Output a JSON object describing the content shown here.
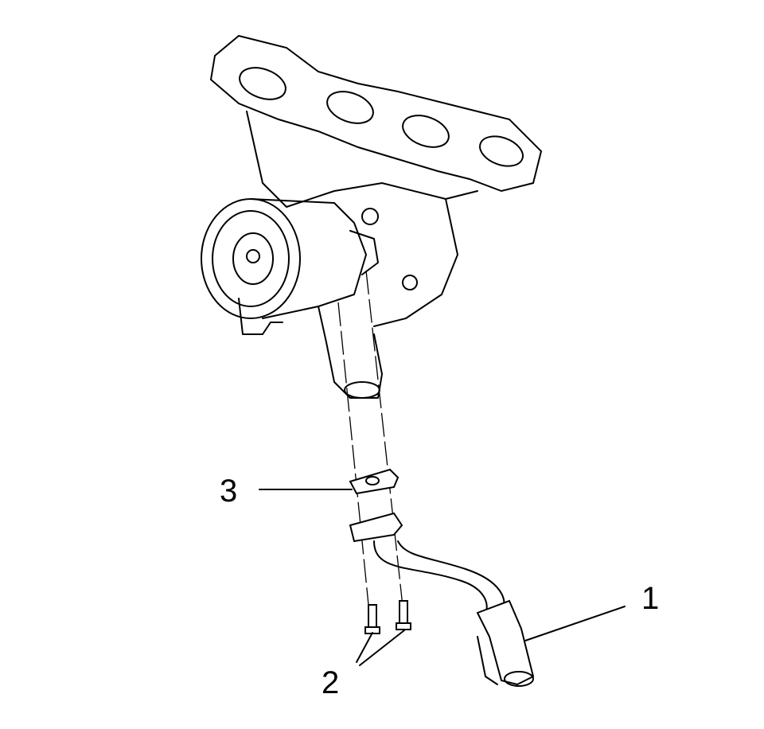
{
  "callouts": [
    {
      "label": "1",
      "part": "callout-1"
    },
    {
      "label": "2",
      "part": "callout-2"
    },
    {
      "label": "3",
      "part": "callout-3"
    }
  ],
  "colors": {
    "line": "#000000",
    "background": "#ffffff"
  }
}
